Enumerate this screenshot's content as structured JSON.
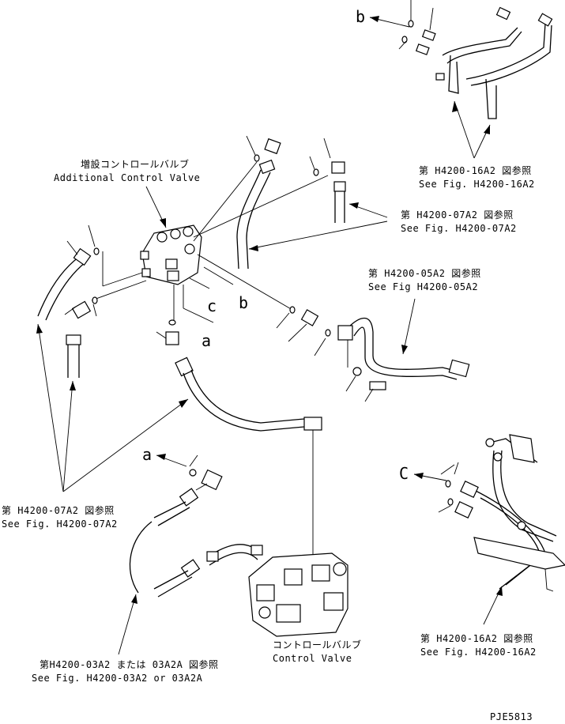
{
  "callouts": {
    "ref_16a2_top_jp": "第 H4200-16A2 図参照",
    "ref_16a2_top_en": "See Fig. H4200-16A2",
    "additional_valve_jp": "増設コントロールバルブ",
    "additional_valve_en": "Additional Control Valve",
    "ref_07a2_right_jp": "第 H4200-07A2 図参照",
    "ref_07a2_right_en": "See Fig. H4200-07A2",
    "ref_05a2_jp": "第 H4200-05A2 図参照",
    "ref_05a2_en": "See Fig H4200-05A2",
    "ref_07a2_left_jp": "第 H4200-07A2 図参照",
    "ref_07a2_left_en": "See Fig. H4200-07A2",
    "ref_16a2_bottom_jp": "第 H4200-16A2 図参照",
    "ref_16a2_bottom_en": "See Fig. H4200-16A2",
    "ref_03a2_jp": "第H4200-03A2 または 03A2A 図参照",
    "ref_03a2_en": "See Fig. H4200-03A2 or 03A2A",
    "control_valve_jp": "コントロールバルブ",
    "control_valve_en": "Control Valve"
  },
  "connection_letters": {
    "b_top": "b",
    "c_mid": "c",
    "b_mid": "b",
    "a_mid": "a",
    "a_lower": "a",
    "c_right": "C"
  },
  "drawing_code": "PJE5813"
}
